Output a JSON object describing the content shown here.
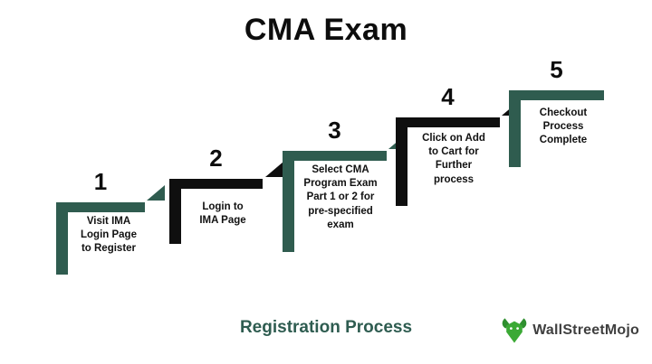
{
  "title": "CMA Exam",
  "subtitle": "Registration Process",
  "colors": {
    "step_teal": "#2F5C4F",
    "step_black": "#0F0F0F",
    "subtitle_teal": "#2E5C50",
    "logo_green": "#3BA935",
    "logo_text_gray": "#3F3F3F"
  },
  "steps": [
    {
      "number": "1",
      "label": "Visit IMA\nLogin Page\nto Register",
      "color": "#2F5C4F"
    },
    {
      "number": "2",
      "label": "Login to\nIMA Page",
      "color": "#0F0F0F"
    },
    {
      "number": "3",
      "label": "Select CMA\nProgram Exam\nPart 1 or 2 for\npre-specified\nexam",
      "color": "#2F5C4F"
    },
    {
      "number": "4",
      "label": "Click on Add\nto Cart for\nFurther\nprocess",
      "color": "#0F0F0F"
    },
    {
      "number": "5",
      "label": "Checkout\nProcess\nComplete",
      "color": "#2F5C4F"
    }
  ],
  "logo": {
    "text": "WallStreetMojo"
  }
}
